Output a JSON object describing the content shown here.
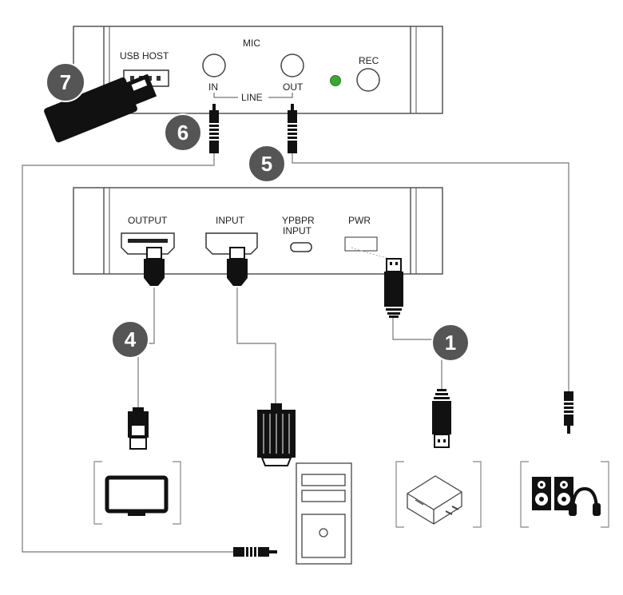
{
  "top_box": {
    "usb_host_label": "USB HOST",
    "mic_label": "MIC",
    "rec_label": "REC",
    "in_label": "IN",
    "out_label": "OUT",
    "line_label": "LINE",
    "led_color": "#3aa832"
  },
  "bottom_box": {
    "output_label": "OUTPUT",
    "input_label": "INPUT",
    "ypbpr_line1": "YPBPR",
    "ypbpr_line2": "INPUT",
    "pwr_label": "PWR"
  },
  "callouts": [
    "1",
    "4",
    "5",
    "6",
    "7"
  ],
  "colors": {
    "line": "#777777",
    "box_stroke": "#555555",
    "badge_fill": "#555555",
    "connector": "#111111"
  },
  "icons": [
    "usb-stick-icon",
    "tv-icon",
    "computer-tower-icon",
    "power-adapter-icon",
    "speakers-headphones-icon"
  ]
}
